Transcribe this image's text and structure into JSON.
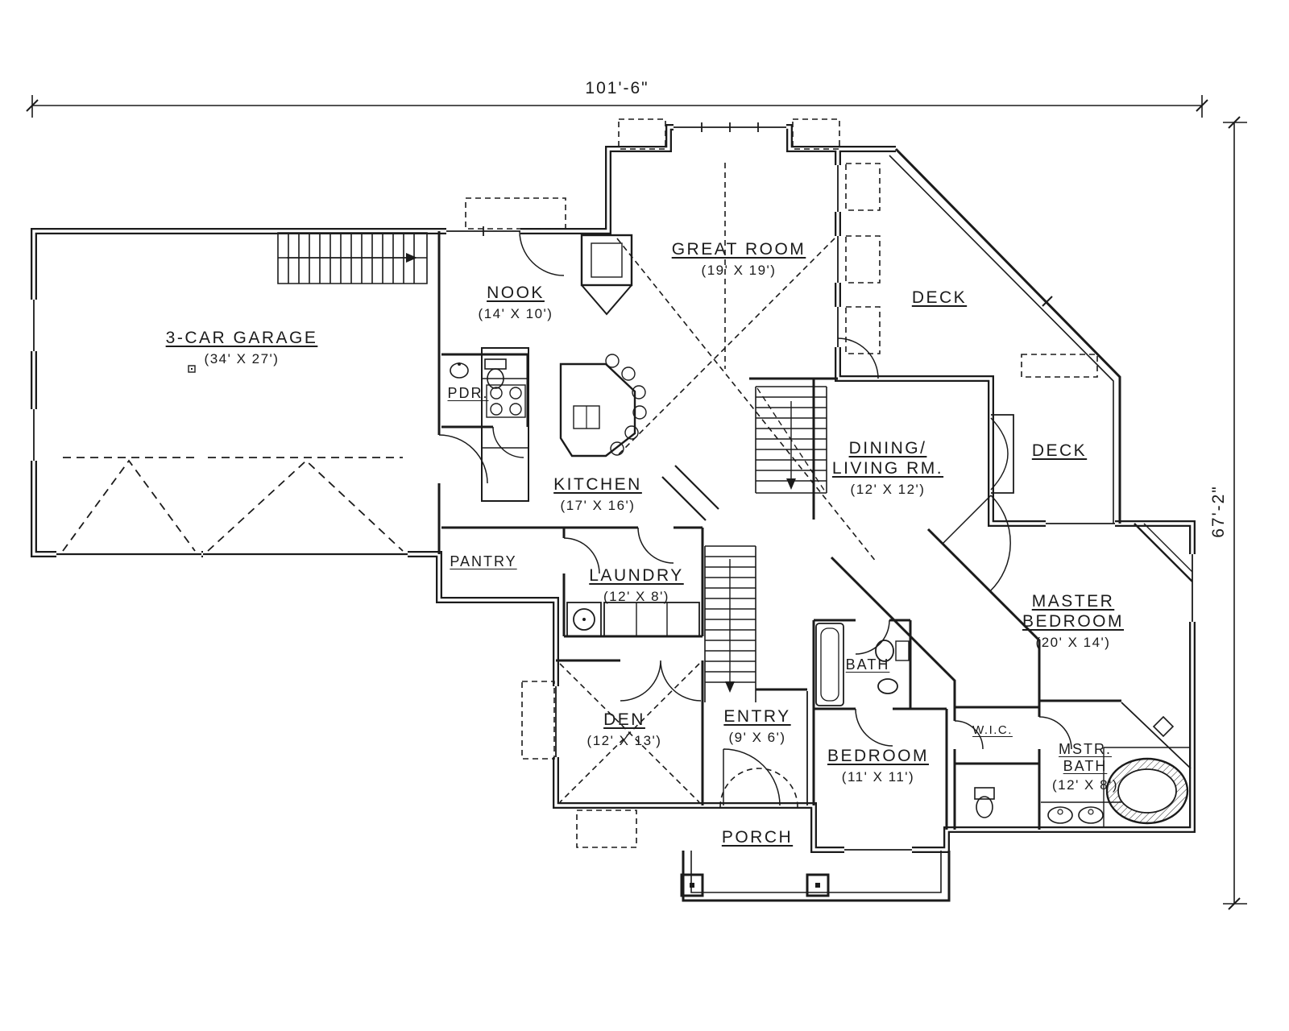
{
  "page": {
    "background": "#ffffff",
    "ink": "#1b1b1b"
  },
  "dimensions": {
    "top": "101'-6\"",
    "right": "67'-2\""
  },
  "rooms": {
    "garage": {
      "name": "3-CAR GARAGE",
      "size": "(34' X 27')"
    },
    "nook": {
      "name": "NOOK",
      "size": "(14' X 10')"
    },
    "great_room": {
      "name": "GREAT ROOM",
      "size": "(19' X 19')"
    },
    "deck_top": {
      "name": "DECK"
    },
    "pdr": {
      "name": "PDR."
    },
    "kitchen": {
      "name": "KITCHEN",
      "size": "(17' X 16')"
    },
    "dining": {
      "name": "DINING/\nLIVING RM.",
      "size": "(12' X 12')"
    },
    "deck_right": {
      "name": "DECK"
    },
    "pantry": {
      "name": "PANTRY"
    },
    "laundry": {
      "name": "LAUNDRY",
      "size": "(12' X 8')"
    },
    "master_bedroom": {
      "name": "MASTER\nBEDROOM",
      "size": "(20' X 14')"
    },
    "bath": {
      "name": "BATH"
    },
    "den": {
      "name": "DEN",
      "size": "(12' X 13')"
    },
    "entry": {
      "name": "ENTRY",
      "size": "(9' X 6')"
    },
    "bedroom": {
      "name": "BEDROOM",
      "size": "(11' X 11')"
    },
    "wic": {
      "name": "W.I.C."
    },
    "master_bath": {
      "name": "MSTR.\nBATH",
      "size": "(12' X 8')"
    },
    "porch": {
      "name": "PORCH"
    }
  }
}
